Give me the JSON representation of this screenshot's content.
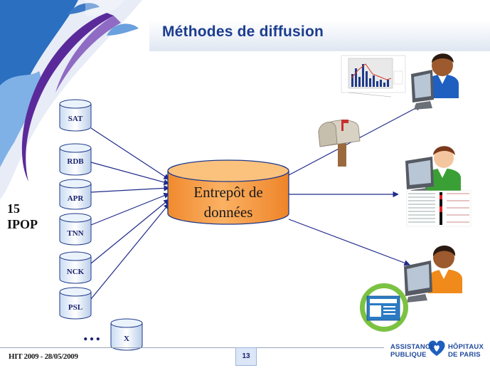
{
  "slide": {
    "title": "Méthodes de diffusion",
    "ipop_line1": "15",
    "ipop_line2": "IPOP",
    "warehouse_line1": "Entrepôt de",
    "warehouse_line2": "données",
    "ellipsis": "…",
    "footer_text": "HIT 2009 - 28/05/2009",
    "page_number": "13",
    "sources": [
      {
        "label": "SAT"
      },
      {
        "label": "RDB"
      },
      {
        "label": "APR"
      },
      {
        "label": "TNN"
      },
      {
        "label": "NCK"
      },
      {
        "label": "PSL"
      },
      {
        "label": "X"
      }
    ],
    "logo": {
      "left_line1": "ASSISTANCE",
      "left_line2": "PUBLIQUE",
      "right_line1": "HÔPITAUX",
      "right_line2": "DE PARIS"
    }
  },
  "colors": {
    "title": "#1b3d8f",
    "arrows": "#1f2a8a",
    "cylinder_fill": "#e9f1fb",
    "cylinder_stroke": "#1f3a8a",
    "warehouse_fill": "#f7a04a",
    "warehouse_top": "#fbc27e",
    "decor_purple": "#5b2a9a",
    "decor_blue": "#1e5fb0"
  },
  "icons": [
    "user-icon",
    "computer-monitor-icon",
    "mailbox-icon",
    "newspaper-icon",
    "report-chart-icon",
    "report-table-icon",
    "ap-hp-logo-icon"
  ]
}
